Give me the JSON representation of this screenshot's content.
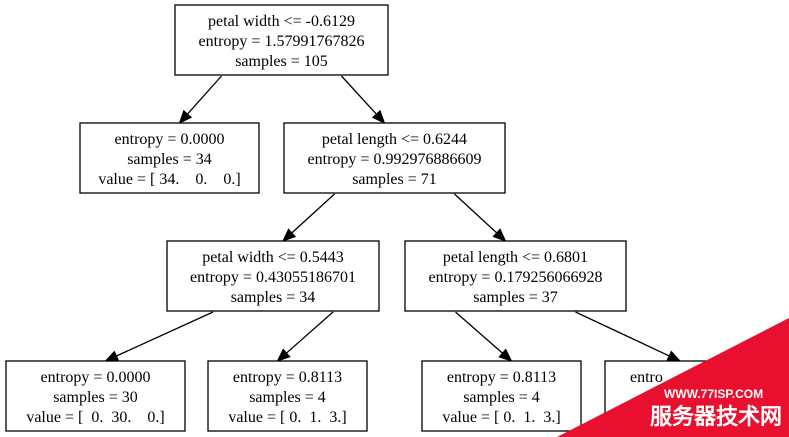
{
  "tree": {
    "nodes": [
      {
        "id": "n0",
        "lines": [
          "petal width <= -0.6129",
          "entropy = 1.57991767826",
          "samples = 105"
        ]
      },
      {
        "id": "n1",
        "lines": [
          "entropy = 0.0000",
          "samples = 34",
          "value = [ 34.    0.    0.]"
        ]
      },
      {
        "id": "n2",
        "lines": [
          "petal length <= 0.6244",
          "entropy = 0.992976886609",
          "samples = 71"
        ]
      },
      {
        "id": "n3",
        "lines": [
          "petal width <= 0.5443",
          "entropy = 0.43055186701",
          "samples = 34"
        ]
      },
      {
        "id": "n4",
        "lines": [
          "petal length <= 0.6801",
          "entropy = 0.179256066928",
          "samples = 37"
        ]
      },
      {
        "id": "n5",
        "lines": [
          "entropy = 0.0000",
          "samples = 30",
          "value = [  0.  30.    0.]"
        ]
      },
      {
        "id": "n6",
        "lines": [
          "entropy = 0.8113",
          "samples = 4",
          "value = [ 0.  1.  3.]"
        ]
      },
      {
        "id": "n7",
        "lines": [
          "entropy = 0.8113",
          "samples = 4",
          "value = [ 0.  1.  3.]"
        ]
      },
      {
        "id": "n8",
        "lines": [
          "entro"
        ]
      }
    ],
    "edges": [
      {
        "from": "n0",
        "to": "n1"
      },
      {
        "from": "n0",
        "to": "n2"
      },
      {
        "from": "n2",
        "to": "n3"
      },
      {
        "from": "n2",
        "to": "n4"
      },
      {
        "from": "n3",
        "to": "n5"
      },
      {
        "from": "n3",
        "to": "n6"
      },
      {
        "from": "n4",
        "to": "n7"
      },
      {
        "from": "n4",
        "to": "n8"
      }
    ]
  },
  "watermark": {
    "url": "WWW.77ISP.COM",
    "text": "服务器技术网",
    "color": "#e8102e"
  }
}
